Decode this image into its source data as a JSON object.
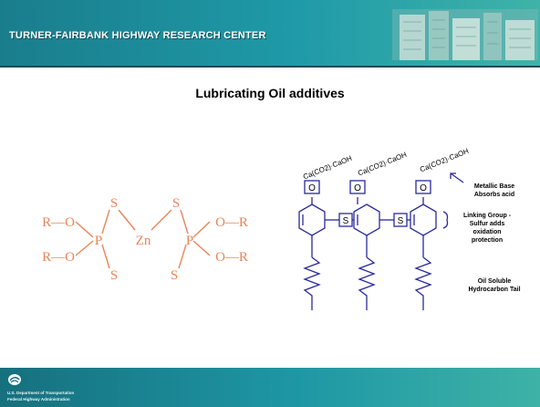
{
  "header": {
    "title": "TURNER-FAIRBANK HIGHWAY RESEARCH CENTER"
  },
  "slide": {
    "title": "Lubricating Oil additives"
  },
  "left_structure": {
    "color": "#e8855a",
    "labels": {
      "r_top": "R—O",
      "r_bottom": "R—O",
      "s_top_left": "S",
      "s_bottom_left": "S",
      "p_left": "P",
      "zn": "Zn",
      "s_top_right": "S",
      "s_bottom_right": "S",
      "p_right": "P",
      "o_r_top": "O—R",
      "o_r_bottom": "O—R"
    }
  },
  "right_structure": {
    "color": "#2a2a9c",
    "groups": {
      "cacooh_1": "Ca(CO2)·CaOH",
      "cacooh_2": "Ca(CO2)·CaOH",
      "cacooh_3": "Ca(CO2)·CaOH",
      "o_1": "O",
      "o_2": "O",
      "o_3": "O",
      "s_1": "S",
      "s_2": "S"
    },
    "annotations": {
      "metallic_base_line1": "Metallic Base",
      "metallic_base_line2": "Absorbs acid",
      "linking_line1": "Linking Group -",
      "linking_line2": "Sulfur adds",
      "linking_line3": "oxidation",
      "linking_line4": "protection",
      "tail_line1": "Oil Soluble",
      "tail_line2": "Hydrocarbon Tail"
    }
  },
  "footer": {
    "line1": "U.S. Department of Transportation",
    "line2": "Federal Highway Administration"
  }
}
